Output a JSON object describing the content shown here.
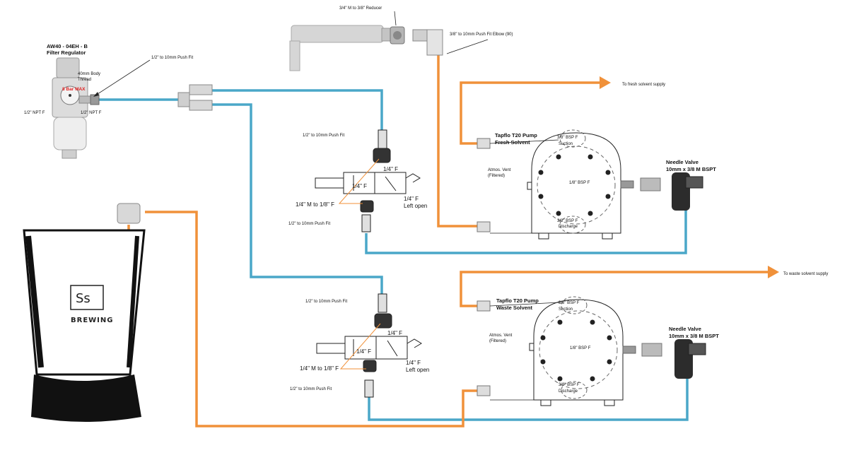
{
  "colors": {
    "blue_line": "#4aa7c8",
    "orange_line": "#f0913a",
    "metal": "#b9b9b9",
    "dark": "#222222",
    "red_text": "#e02020"
  },
  "labels": {
    "regulator_model": "AW40 - 04EH - B",
    "regulator_name": "Filter Regulator",
    "body_thread_1": "40mm Body",
    "body_thread_2": "Thread",
    "bar_max": "8 Bar MAX",
    "npt_left": "1/2\" NPT F",
    "npt_right": "1/2\" NPT F",
    "push_fit_top": "1/2\" to 10mm Push Fit",
    "reducer": "3/4\" M to 3/8\" Reducer",
    "elbow": "3/8\" to 10mm Push Fit Elbow (90)",
    "fresh_supply": "To fresh solvent supply",
    "waste_supply": "To waste solvent supply",
    "valve1_pushfit_top": "1/2\" to 10mm Push Fit",
    "valve1_quarter_top": "1/4\" F",
    "valve1_quarter_mid": "1/4\" F",
    "valve1_quarter_right": "1/4\" F",
    "valve1_left_open": "Left open",
    "valve1_adapter": "1/4\" M to 1/8\" F",
    "valve1_pushfit_bottom": "1/2\" to 10mm Push Fit",
    "valve2_pushfit_top": "1/2\" to 10mm Push Fit",
    "valve2_quarter_top": "1/4\" F",
    "valve2_quarter_mid": "1/4\" F",
    "valve2_quarter_right": "1/4\" F",
    "valve2_left_open": "Left open",
    "valve2_adapter": "1/4\" M to 1/8\" F",
    "valve2_pushfit_bottom": "1/2\" to 10mm Push Fit",
    "pump1_title": "Tapflo T20 Pump",
    "pump1_sub": "Fresh Solvent",
    "pump1_suction": "3/8\" BSP F",
    "pump1_suction2": "Suction",
    "pump1_center": "1/8\" BSP F",
    "pump1_discharge": "3/8\" BSP F",
    "pump1_discharge2": "Discharge",
    "pump1_vent1": "Atmos. Vent",
    "pump1_vent2": "(Filtered)",
    "needle1_title": "Needle Valve",
    "needle1_sub": "10mm x 3/8 M BSPT",
    "pump2_title": "Tapflo T20 Pump",
    "pump2_sub": "Waste Solvent",
    "pump2_suction": "3/8\" BSP F",
    "pump2_suction2": "Suction",
    "pump2_center": "1/8\" BSP F",
    "pump2_discharge": "3/8\" BSP F",
    "pump2_discharge2": "Discharge",
    "pump2_vent1": "Atmos. Vent",
    "pump2_vent2": "(Filtered)",
    "needle2_title": "Needle Valve",
    "needle2_sub": "10mm x 3/8 M BSPT",
    "brand_ss": "Ss",
    "brand_word": "BREWING"
  }
}
